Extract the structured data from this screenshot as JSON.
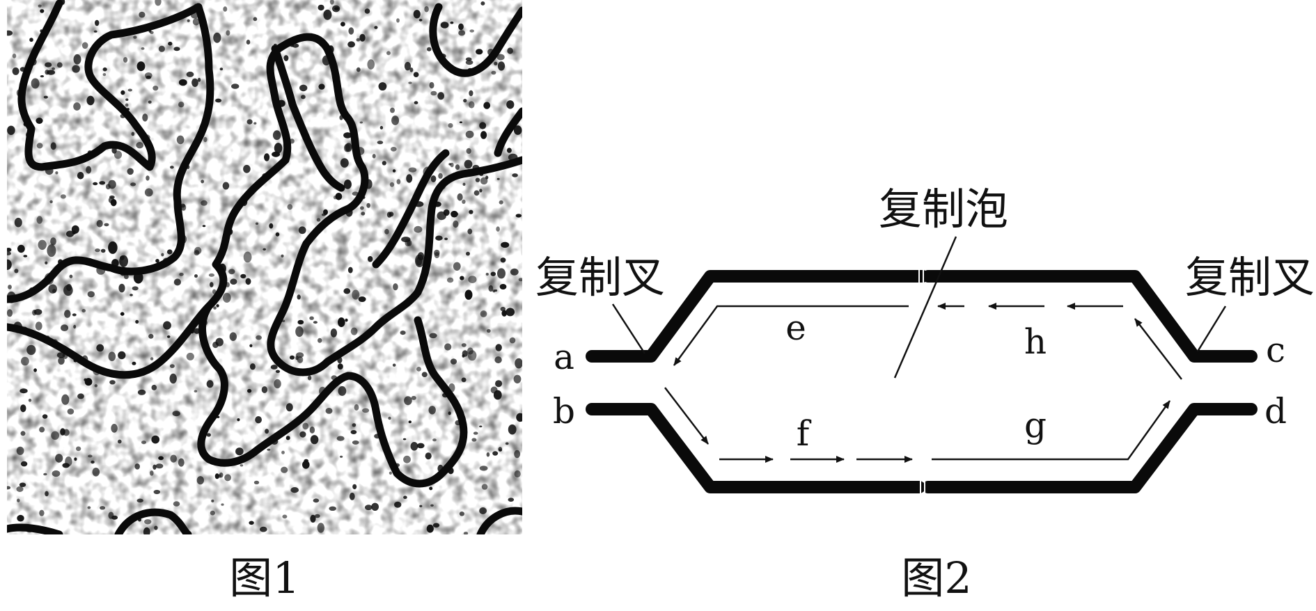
{
  "figure1": {
    "caption": "图1"
  },
  "figure2": {
    "caption": "图2",
    "bubble_label": "复制泡",
    "fork_label_left": "复制叉",
    "fork_label_right": "复制叉",
    "end_labels": {
      "a": "a",
      "b": "b",
      "c": "c",
      "d": "d"
    },
    "strand_labels": {
      "e": "e",
      "f": "f",
      "g": "g",
      "h": "h"
    }
  }
}
